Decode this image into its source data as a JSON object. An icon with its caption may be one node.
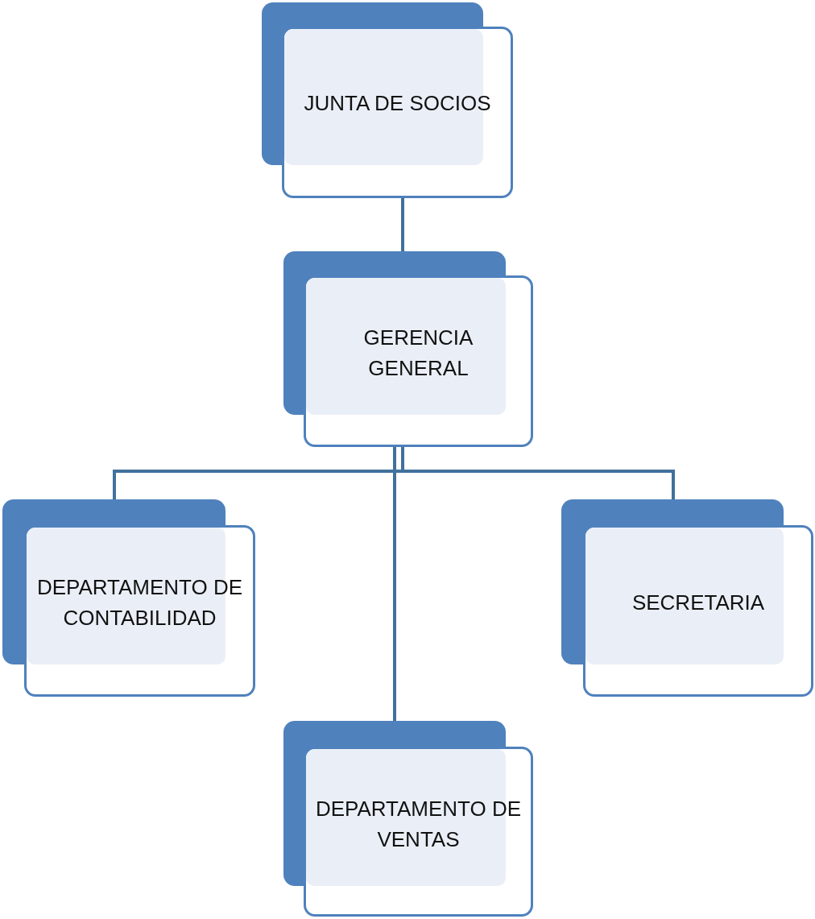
{
  "diagram": {
    "nodes": [
      {
        "text": [
          "JUNTA DE SOCIOS"
        ]
      },
      {
        "text": [
          "GERENCIA GENERAL"
        ]
      },
      {
        "text": [
          "DEPARTAMENTO DE CONTABILIDAD"
        ]
      },
      {
        "text": [
          "SECRETARIA"
        ]
      },
      {
        "text": [
          "DEPARTAMENTO DE VENTAS"
        ]
      }
    ],
    "edges": [
      {
        "from": 0,
        "to": 1,
        "arrow": "none"
      },
      {
        "from": 1,
        "to": 2,
        "arrow": "none"
      },
      {
        "from": 1,
        "to": 4,
        "arrow": "none"
      },
      {
        "from": 1,
        "to": 3,
        "arrow": "none"
      }
    ]
  }
}
